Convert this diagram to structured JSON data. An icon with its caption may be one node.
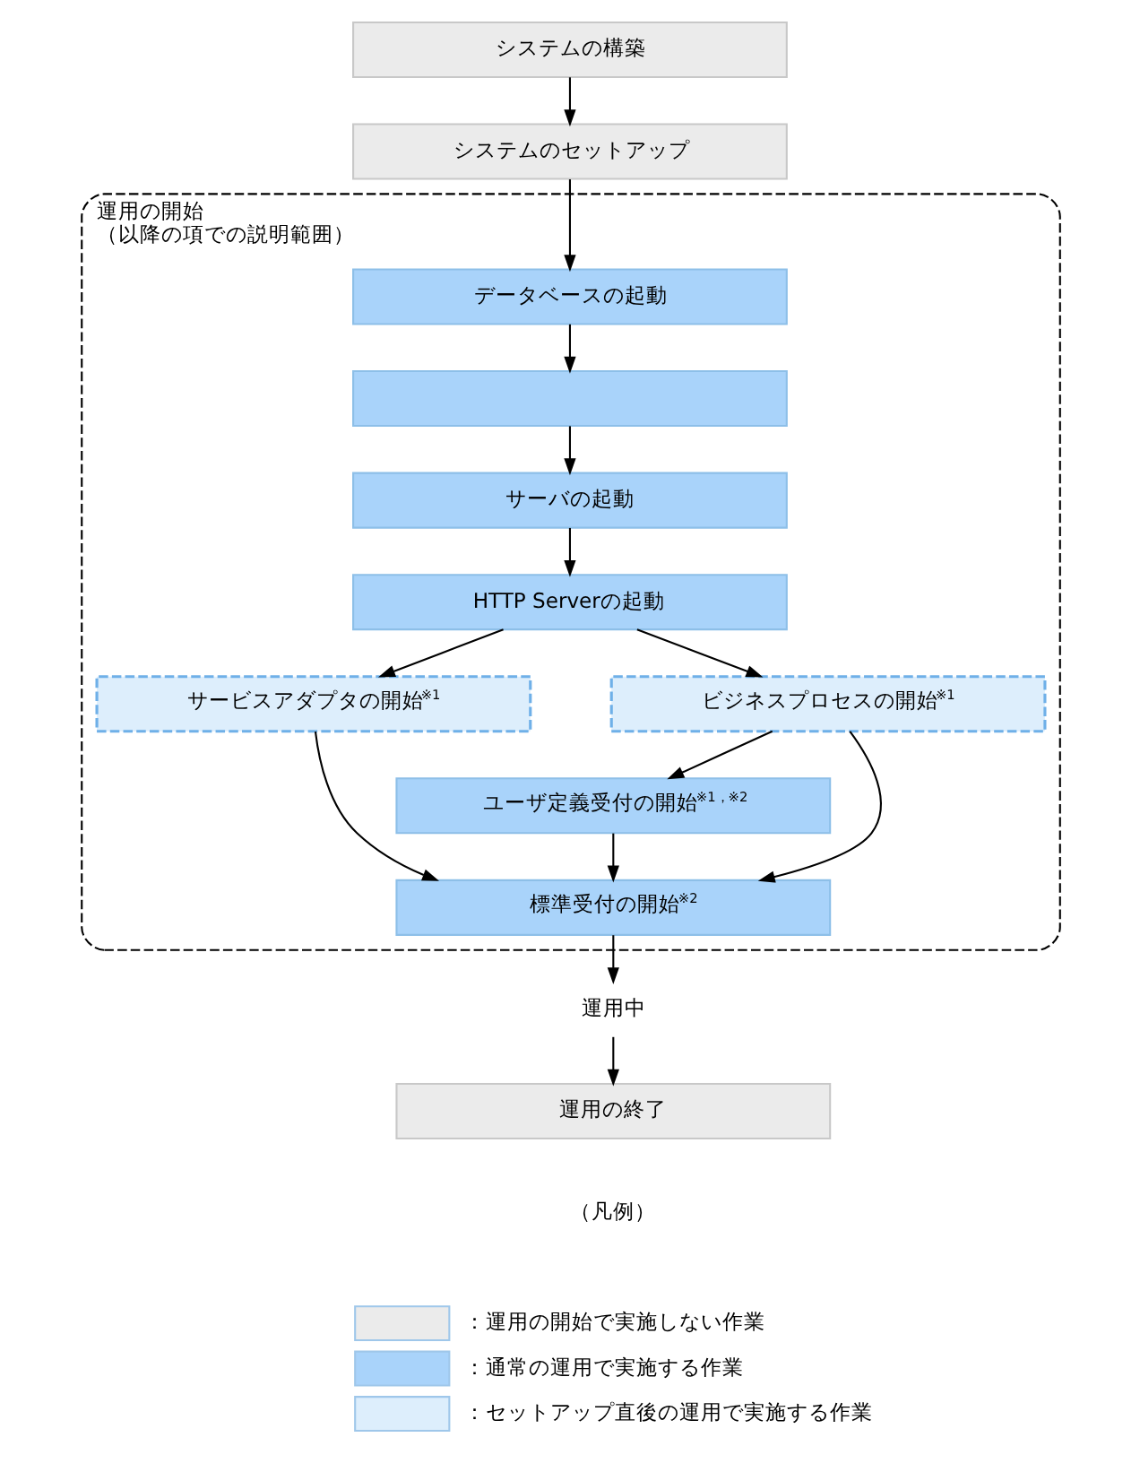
{
  "diagram": {
    "nodes": [
      {
        "text": [
          "システムの構築"
        ]
      },
      {
        "text": [
          "システムのセットアップ"
        ]
      },
      {
        "text": [
          "運用の開始",
          "（以降の項での説明範囲）"
        ]
      },
      {
        "text": [
          "データベースの起動"
        ],
        "in": 2
      },
      {
        "text": [],
        "shape": "box",
        "in": 2
      },
      {
        "text": [
          "サーバの起動"
        ],
        "in": 2
      },
      {
        "text": [
          "HTTP Serverの起動"
        ],
        "in": 2
      },
      {
        "text": [
          "サービスアダプタの開始$^{※1}$"
        ],
        "in": 2
      },
      {
        "text": [
          "ビジネスプロセスの開始$^{※1}$"
        ],
        "in": 2
      },
      {
        "text": [
          "ユーザ定義受付の開始$^{※1，※2}$"
        ],
        "in": 2
      },
      {
        "text": [
          "標準受付の開始$^{※2}$"
        ],
        "in": 2
      },
      {
        "text": [
          "運用中"
        ]
      },
      {
        "text": [
          "運用の終了"
        ]
      }
    ],
    "edges": [
      {
        "from": 0,
        "to": 1,
        "arrow": "to"
      },
      {
        "from": 1,
        "to": 3,
        "arrow": "to"
      },
      {
        "from": 3,
        "to": 4,
        "arrow": "to"
      },
      {
        "from": 4,
        "to": 5,
        "arrow": "to"
      },
      {
        "from": 5,
        "to": 6,
        "arrow": "to"
      },
      {
        "from": 6,
        "to": 7,
        "arrow": "to"
      },
      {
        "from": 6,
        "to": 8,
        "arrow": "to"
      },
      {
        "from": 8,
        "to": 9,
        "arrow": "to"
      },
      {
        "from": 7,
        "to": 10,
        "arrow": "to"
      },
      {
        "from": 8,
        "to": 10,
        "arrow": "to"
      },
      {
        "from": 9,
        "to": 10,
        "arrow": "to"
      },
      {
        "from": 10,
        "to": 11,
        "arrow": "to"
      },
      {
        "from": 11,
        "to": 12,
        "arrow": "to"
      }
    ],
    "labels": [
      "（凡例）"
    ],
    "legend": [
      {
        "text": "：運用の開始で実施しない作業",
        "color": "#ebebeb"
      },
      {
        "text": "：通常の運用で実施する作業",
        "color": "#a9d3fa"
      },
      {
        "text": "：セットアップ直後の運用で実施する作業",
        "color": "#ddeefc"
      }
    ]
  }
}
